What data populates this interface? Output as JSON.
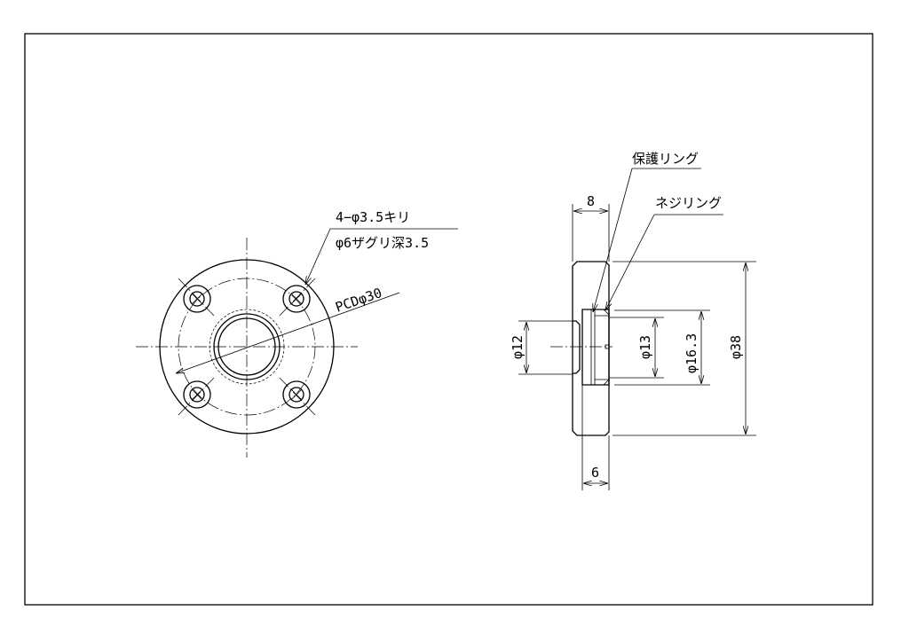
{
  "front_view": {
    "hole_note_line1": "4−φ3.5キリ",
    "hole_note_line2": "φ6ザグリ深3.5",
    "pcd_label": "PCDφ30"
  },
  "side_view": {
    "protect_ring_label": "保護リング",
    "screw_ring_label": "ネジリング",
    "dim_width_top": "8",
    "dim_width_bottom": "6",
    "dim_d12": "φ12",
    "dim_d13": "φ13",
    "dim_d16_3": "φ16.3",
    "dim_d38": "φ38"
  }
}
